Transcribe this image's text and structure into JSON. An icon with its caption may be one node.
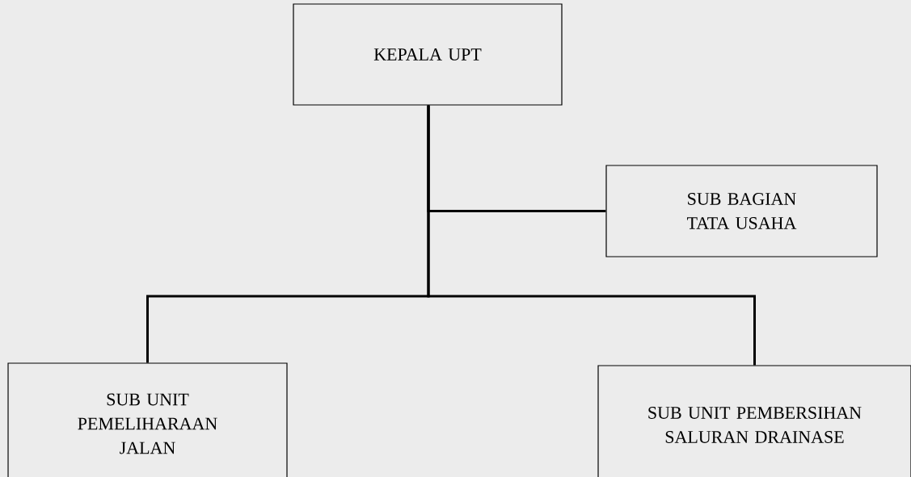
{
  "diagram": {
    "nodes": [
      {
        "text": [
          "KEPALA UPT"
        ]
      },
      {
        "text": [
          "SUB BAGIAN TATA USAHA"
        ]
      },
      {
        "text": [
          "SUB UNIT PEMELIHARAAN JALAN"
        ]
      },
      {
        "text": [
          "SUB UNIT PEMBERSIHAN SALURAN DRAINASE"
        ]
      }
    ],
    "edges": [
      {
        "from": 0,
        "to": 1,
        "arrow": "none"
      },
      {
        "from": 0,
        "to": 2,
        "arrow": "none"
      },
      {
        "from": 0,
        "to": 3,
        "arrow": "none"
      }
    ]
  }
}
